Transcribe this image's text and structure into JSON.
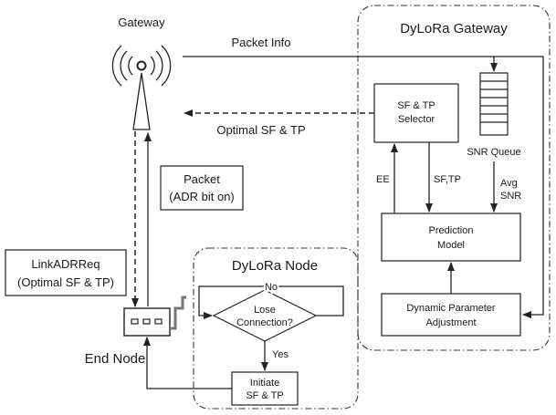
{
  "labels": {
    "gateway": "Gateway",
    "packet_info": "Packet Info",
    "optimal_sf_tp": "Optimal SF & TP",
    "packet_line1": "Packet",
    "packet_line2": "(ADR bit on)",
    "linkadrreq_line1": "LinkADRReq",
    "linkadrreq_line2": "(Optimal SF & TP)",
    "end_node": "End Node",
    "dylora_node": "DyLoRa Node",
    "no": "No",
    "lose_line1": "Lose",
    "lose_line2": "Connection?",
    "yes": "Yes",
    "initiate_line1": "Initiate",
    "initiate_line2": "SF & TP",
    "dylora_gateway": "DyLoRa Gateway",
    "selector_line1": "SF & TP",
    "selector_line2": "Selector",
    "snr_queue": "SNR Queue",
    "ee": "EE",
    "sf_tp": "SF,TP",
    "avg": "Avg",
    "snr": "SNR",
    "prediction_line1": "Prediction",
    "prediction_line2": "Model",
    "dyn_line1": "Dynamic Parameter",
    "dyn_line2": "Adjustment"
  }
}
